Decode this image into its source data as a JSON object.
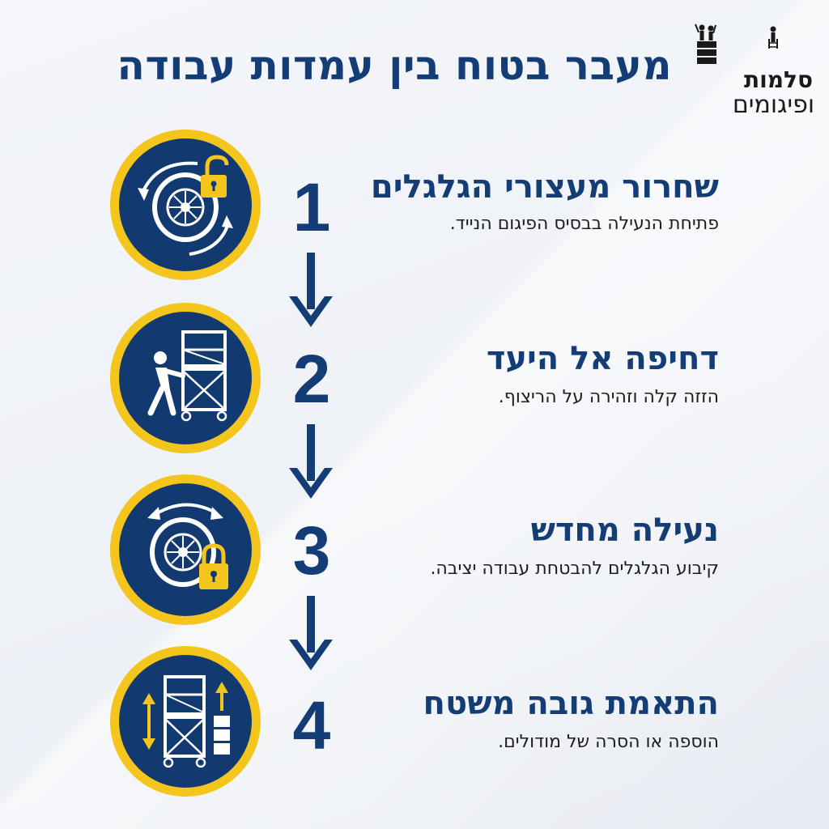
{
  "header": {
    "title": "מעבר בטוח בין עמדות עבודה",
    "logo_line1": "סלמות",
    "logo_line2": "ופיגומים"
  },
  "colors": {
    "navy": "#143c75",
    "circle_fill": "#123a70",
    "gold": "#f4c51c",
    "white": "#ffffff"
  },
  "steps": [
    {
      "number": "1",
      "title": "שחרור מעצורי הגלגלים",
      "description": "פתיחת הנעילה בבסיס הפיגום הנייד.",
      "icon": "wheel-unlock-icon"
    },
    {
      "number": "2",
      "title": "דחיפה אל היעד",
      "description": "הזזה קלה וזהירה על הריצוף.",
      "icon": "push-scaffold-icon"
    },
    {
      "number": "3",
      "title": "נעילה מחדש",
      "description": "קיבוע הגלגלים להבטחת עבודה יציבה.",
      "icon": "wheel-lock-icon"
    },
    {
      "number": "4",
      "title": "התאמת גובה משטח",
      "description": "הוספה או הסרה של מודולים.",
      "icon": "height-adjust-icon"
    }
  ]
}
